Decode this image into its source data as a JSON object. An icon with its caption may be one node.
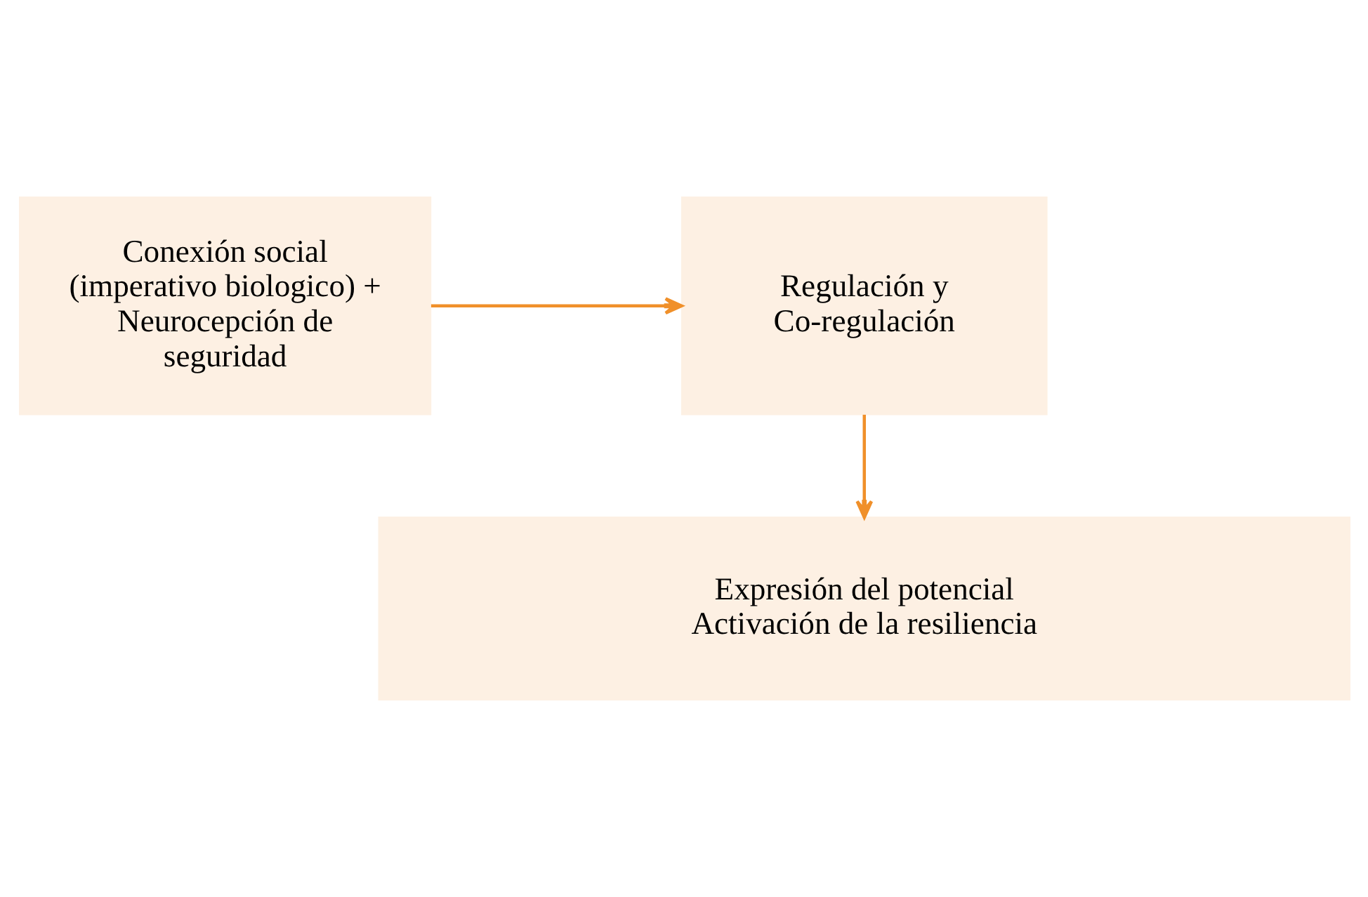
{
  "diagram": {
    "nodes": [
      {
        "text": [
          "Conexión social (imperativo biologico) + Neurocepción de seguridad"
        ]
      },
      {
        "text": [
          "Regulación y Co-regulación"
        ]
      },
      {
        "text": [
          "Expresión del potencial",
          "Activación de la resiliencia"
        ]
      }
    ],
    "edges": [
      {
        "from": 0,
        "to": 1,
        "arrow": "to"
      },
      {
        "from": 1,
        "to": 2,
        "arrow": "to"
      }
    ]
  }
}
